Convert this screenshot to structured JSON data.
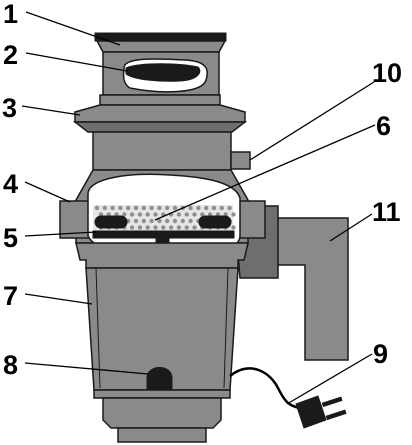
{
  "colors": {
    "body_fill": "#8a8a8a",
    "body_fill_light": "#a0a0a0",
    "shade_fill": "#6e6e6e",
    "outline": "#1a1a1a",
    "chamber_fill": "#ffffff",
    "dots_fill": "#8f8f8f",
    "dark_part": "#1a1a1a",
    "leader_line": "#000000",
    "background": "#ffffff"
  },
  "callouts": [
    {
      "id": "callout-1",
      "label": "1"
    },
    {
      "id": "callout-2",
      "label": "2"
    },
    {
      "id": "callout-3",
      "label": "3"
    },
    {
      "id": "callout-4",
      "label": "4"
    },
    {
      "id": "callout-5",
      "label": "5"
    },
    {
      "id": "callout-6",
      "label": "6"
    },
    {
      "id": "callout-7",
      "label": "7"
    },
    {
      "id": "callout-8",
      "label": "8"
    },
    {
      "id": "callout-9",
      "label": "9"
    },
    {
      "id": "callout-10",
      "label": "10"
    },
    {
      "id": "callout-11",
      "label": "11"
    }
  ]
}
